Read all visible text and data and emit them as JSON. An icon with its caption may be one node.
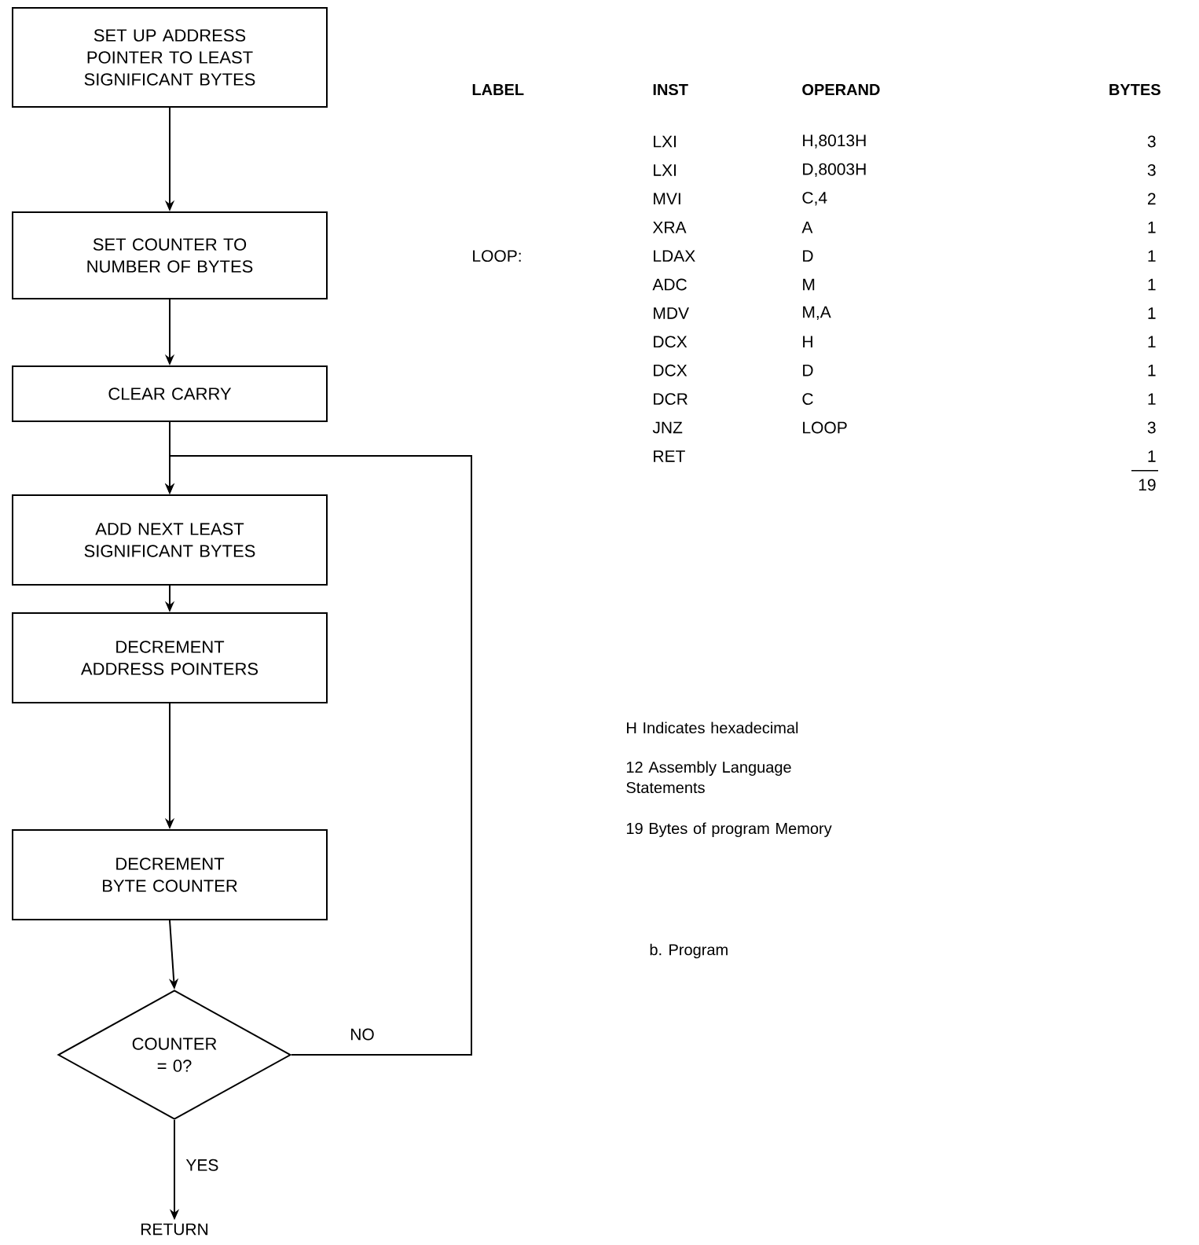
{
  "diagram": {
    "caption": "b. Program",
    "nodes": [
      {
        "text": [
          "SET UP ADDRESS POINTER TO LEAST SIGNIFICANT BYTES"
        ]
      },
      {
        "text": [
          "SET COUNTER TO NUMBER OF BYTES"
        ]
      },
      {
        "text": [
          "CLEAR CARRY"
        ]
      },
      {
        "text": [
          "ADD NEXT LEAST SIGNIFICANT BYTES"
        ]
      },
      {
        "text": [
          "DECREMENT ADDRESS POINTERS"
        ]
      },
      {
        "text": [
          "DECREMENT BYTE COUNTER"
        ]
      },
      {
        "text": [
          "COUNTER = 0?"
        ]
      },
      {
        "text": [
          "RETURN"
        ]
      }
    ],
    "edges": [
      {
        "from": 0,
        "to": 1,
        "arrow": "to"
      },
      {
        "from": 1,
        "to": 2,
        "arrow": "to"
      },
      {
        "from": 2,
        "to": 3,
        "arrow": "to"
      },
      {
        "from": 3,
        "to": 4,
        "arrow": "to"
      },
      {
        "from": 4,
        "to": 5,
        "arrow": "to"
      },
      {
        "from": 5,
        "to": 6,
        "arrow": "to"
      },
      {
        "from": 6,
        "to": 7,
        "arrow": "to",
        "label": "YES"
      },
      {
        "from": 6,
        "to": 3,
        "arrow": "to",
        "label": "NO"
      }
    ],
    "labels": [
      "LABEL",
      "INST",
      "OPERAND",
      "BYTES",
      "LXI",
      "H,8013H",
      "3",
      "LXI",
      "D,8003H",
      "3",
      "MVI",
      "C,4",
      "2",
      "XRA",
      "A",
      "1",
      "LOOP:",
      "LDAX",
      "D",
      "1",
      "ADC",
      "M",
      "1",
      "MDV",
      "M,A",
      "1",
      "DCX",
      "H",
      "1",
      "DCX",
      "D",
      "1",
      "DCR",
      "C",
      "1",
      "JNZ",
      "LOOP",
      "3",
      "RET",
      "1",
      "19",
      "H Indicates hexadecimal",
      "12 Assembly Language Statements",
      "19 Bytes of program Memory"
    ]
  }
}
